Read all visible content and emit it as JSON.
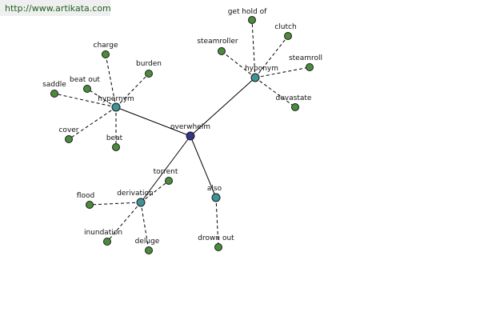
{
  "watermark": "http://www.artikata.com",
  "colors": {
    "center": "#34348a",
    "relation": "#3f9595",
    "leaf": "#4b8b3b"
  },
  "center": {
    "id": "overwhelm",
    "label": "overwhelm"
  },
  "relations": [
    {
      "id": "hypernym",
      "label": "hypernym",
      "words": [
        {
          "label": "charge"
        },
        {
          "label": "burden"
        },
        {
          "label": "saddle"
        },
        {
          "label": "beat out"
        },
        {
          "label": "cover"
        },
        {
          "label": "beat"
        }
      ]
    },
    {
      "id": "hyponym",
      "label": "hyponym",
      "words": [
        {
          "label": "get hold of"
        },
        {
          "label": "clutch"
        },
        {
          "label": "steamroller"
        },
        {
          "label": "steamroll"
        },
        {
          "label": "devastate"
        }
      ]
    },
    {
      "id": "derivation",
      "label": "derivation",
      "words": [
        {
          "label": "torrent"
        },
        {
          "label": "flood"
        },
        {
          "label": "inundation"
        },
        {
          "label": "deluge"
        }
      ]
    },
    {
      "id": "also",
      "label": "also",
      "words": [
        {
          "label": "drown out"
        }
      ]
    }
  ]
}
